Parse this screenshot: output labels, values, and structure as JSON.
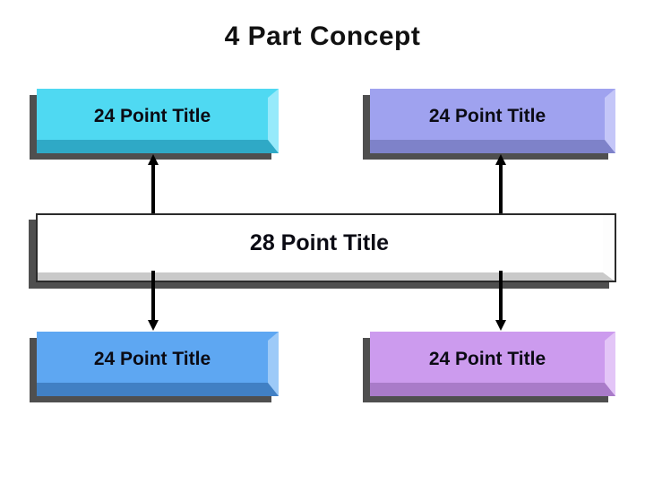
{
  "slide": {
    "title": "4 Part Concept"
  },
  "colors": {
    "background": "#FFFFFF",
    "title_text": "#111111",
    "label_text": "#0B0B14",
    "shadow": "#4F4F4F",
    "arrow": "#000000",
    "bar_outline": "#2B2B2B"
  },
  "boxes": [
    {
      "position": "top-left",
      "label": "24 Point Title",
      "face": "#4FD9F2",
      "bevel_light": "#97EAFB",
      "bevel_dark": "#2FA9C6"
    },
    {
      "position": "top-right",
      "label": "24 Point Title",
      "face": "#9FA2EF",
      "bevel_light": "#C4C6F8",
      "bevel_dark": "#7E82C9"
    },
    {
      "position": "center-bar",
      "label": "28 Point Title",
      "face": "#FFFFFF",
      "bevel_light": "#FDFDFD",
      "bevel_dark": "#C9C9C9"
    },
    {
      "position": "bottom-left",
      "label": "24 Point Title",
      "face": "#5EA7F2",
      "bevel_light": "#9DCAF8",
      "bevel_dark": "#4180C4"
    },
    {
      "position": "bottom-right",
      "label": "24 Point Title",
      "face": "#CC9BEE",
      "bevel_light": "#E3C5F7",
      "bevel_dark": "#A97BC9"
    }
  ],
  "connectors": [
    {
      "from": "center-bar",
      "to": "top-left",
      "direction": "up"
    },
    {
      "from": "center-bar",
      "to": "top-right",
      "direction": "up"
    },
    {
      "from": "center-bar",
      "to": "bottom-left",
      "direction": "down"
    },
    {
      "from": "center-bar",
      "to": "bottom-right",
      "direction": "down"
    }
  ]
}
